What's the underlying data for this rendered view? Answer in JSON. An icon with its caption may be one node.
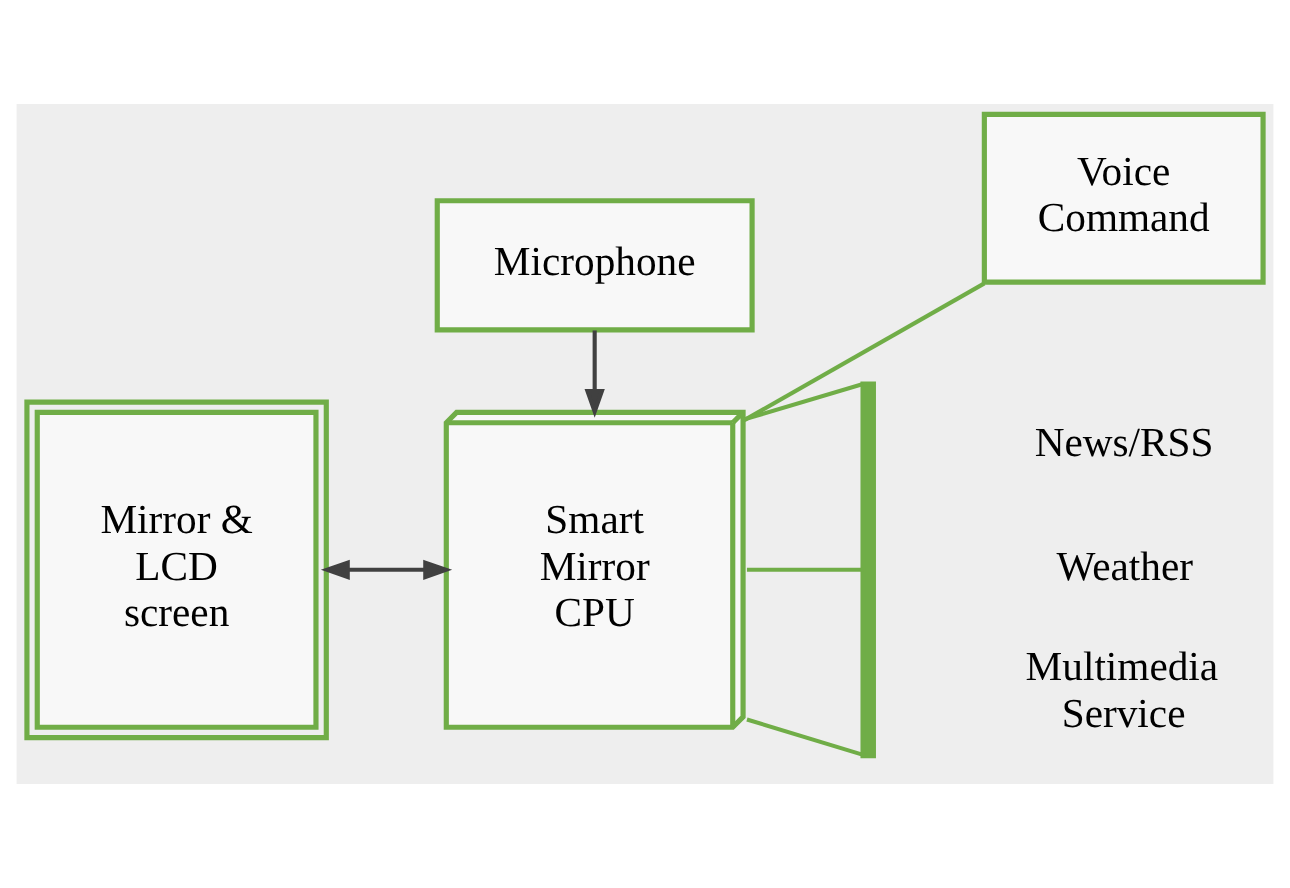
{
  "diagram": {
    "nodes": [
      {
        "text": [
          "Microphone"
        ]
      },
      {
        "text": [
          "Voice Command"
        ]
      },
      {
        "text": [
          "Mirror & LCD screen"
        ]
      },
      {
        "text": [
          "Smart Mirror CPU"
        ]
      },
      {
        "text": [],
        "shape": "bar",
        "beside": [
          "News/RSS",
          "Weather",
          "Multimedia Service"
        ]
      }
    ],
    "edges": [
      {
        "from": 0,
        "to": 3,
        "arrow": "to",
        "color": "#404040"
      },
      {
        "from": 1,
        "to": 3,
        "arrow": "none",
        "color": "#70ad47"
      },
      {
        "from": 2,
        "to": 3,
        "arrow": "both",
        "color": "#404040"
      },
      {
        "from": 3,
        "to": 4,
        "arrow": "none",
        "color": "#70ad47"
      },
      {
        "from": 3,
        "to": 4,
        "arrow": "none",
        "color": "#70ad47"
      },
      {
        "from": 3,
        "to": 4,
        "arrow": "none",
        "color": "#70ad47"
      }
    ]
  }
}
